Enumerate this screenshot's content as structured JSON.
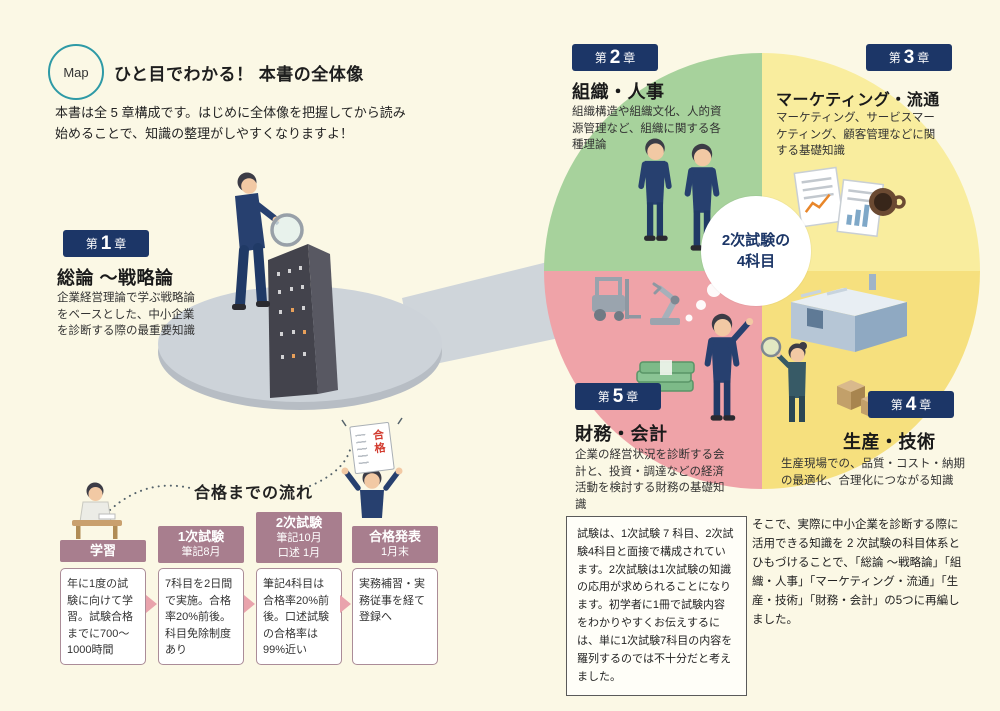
{
  "page": {
    "map_label": "Map",
    "title": "ひと目でわかる！ 本書の全体像",
    "intro_line1": "本書は全 5 章構成です。はじめに全体像を把握してから読み",
    "intro_line2": "始めることで、知識の整理がしやすくなりますよ！"
  },
  "chapters": {
    "ch1": {
      "pre": "第",
      "num": "1",
      "post": "章",
      "title": "総論 ～戦略論",
      "desc": "企業経営理論で学ぶ戦略論をベースとした、中小企業を診断する際の最重要知識"
    },
    "ch2": {
      "pre": "第",
      "num": "2",
      "post": "章",
      "title": "組織・人事",
      "desc": "組織構造や組織文化、人的資源管理など、組織に関する各種理論"
    },
    "ch3": {
      "pre": "第",
      "num": "3",
      "post": "章",
      "title": "マーケティング・流通",
      "desc": "マーケティング、サービスマーケティング、顧客管理などに関する基礎知識"
    },
    "ch4": {
      "pre": "第",
      "num": "4",
      "post": "章",
      "title": "生産・技術",
      "desc": "生産現場での、品質・コスト・納期の最適化、合理化につながる知識"
    },
    "ch5": {
      "pre": "第",
      "num": "5",
      "post": "章",
      "title": "財務・会計",
      "desc": "企業の経営状況を診断する会計と、投資・調達などの経済活動を検討する財務の基礎知識"
    }
  },
  "pie": {
    "center_line1": "2次試験の",
    "center_line2": "4科目"
  },
  "flow": {
    "title": "合格までの流れ",
    "certificate_label": "合格",
    "steps": [
      {
        "head1": "学習",
        "head2": "",
        "head3": "",
        "body": "年に1度の試験に向けて学習。試験合格までに700～1000時間"
      },
      {
        "head1": "1次試験",
        "head2": "筆記8月",
        "head3": "",
        "body": "7科目を2日間で実施。合格率20%前後。科目免除制度あり"
      },
      {
        "head1": "2次試験",
        "head2": "筆記10月",
        "head3": "口述 1月",
        "body": "筆記4科目は合格率20%前後。口述試験の合格率は99%近い"
      },
      {
        "head1": "合格発表",
        "head2": "1月末",
        "head3": "",
        "body": "実務補習・実務従事を経て登録へ"
      }
    ]
  },
  "notes": {
    "box1": "試験は、1次試験 7 科目、2次試験4科目と面接で構成されています。2次試験は1次試験の知識の応用が求められることになります。初学者に1冊で試験内容をわかりやすくお伝えするには、単に1次試験7科目の内容を羅列するのでは不十分だと考えました。",
    "box2": "そこで、実際に中小企業を診断する際に活用できる知識を 2 次試験の科目体系とひもづけることで、「総論 ～戦略論」「組織・人事」「マーケティング・流通」「生産・技術」「財務・会計」の5つに再編しました。"
  },
  "colors": {
    "background": "#FBF8E5",
    "badge_navy": "#1C3667",
    "quadrant_green": "#A7D29C",
    "quadrant_yellow_light": "#F9ED9E",
    "quadrant_yellow": "#F6E07E",
    "quadrant_pink": "#EFA3A8",
    "flow_header": "#A87E8E",
    "arrow_pink": "#E9A3AC",
    "map_circle_teal": "#2E9AA6",
    "certificate_red": "#D23B2F"
  }
}
